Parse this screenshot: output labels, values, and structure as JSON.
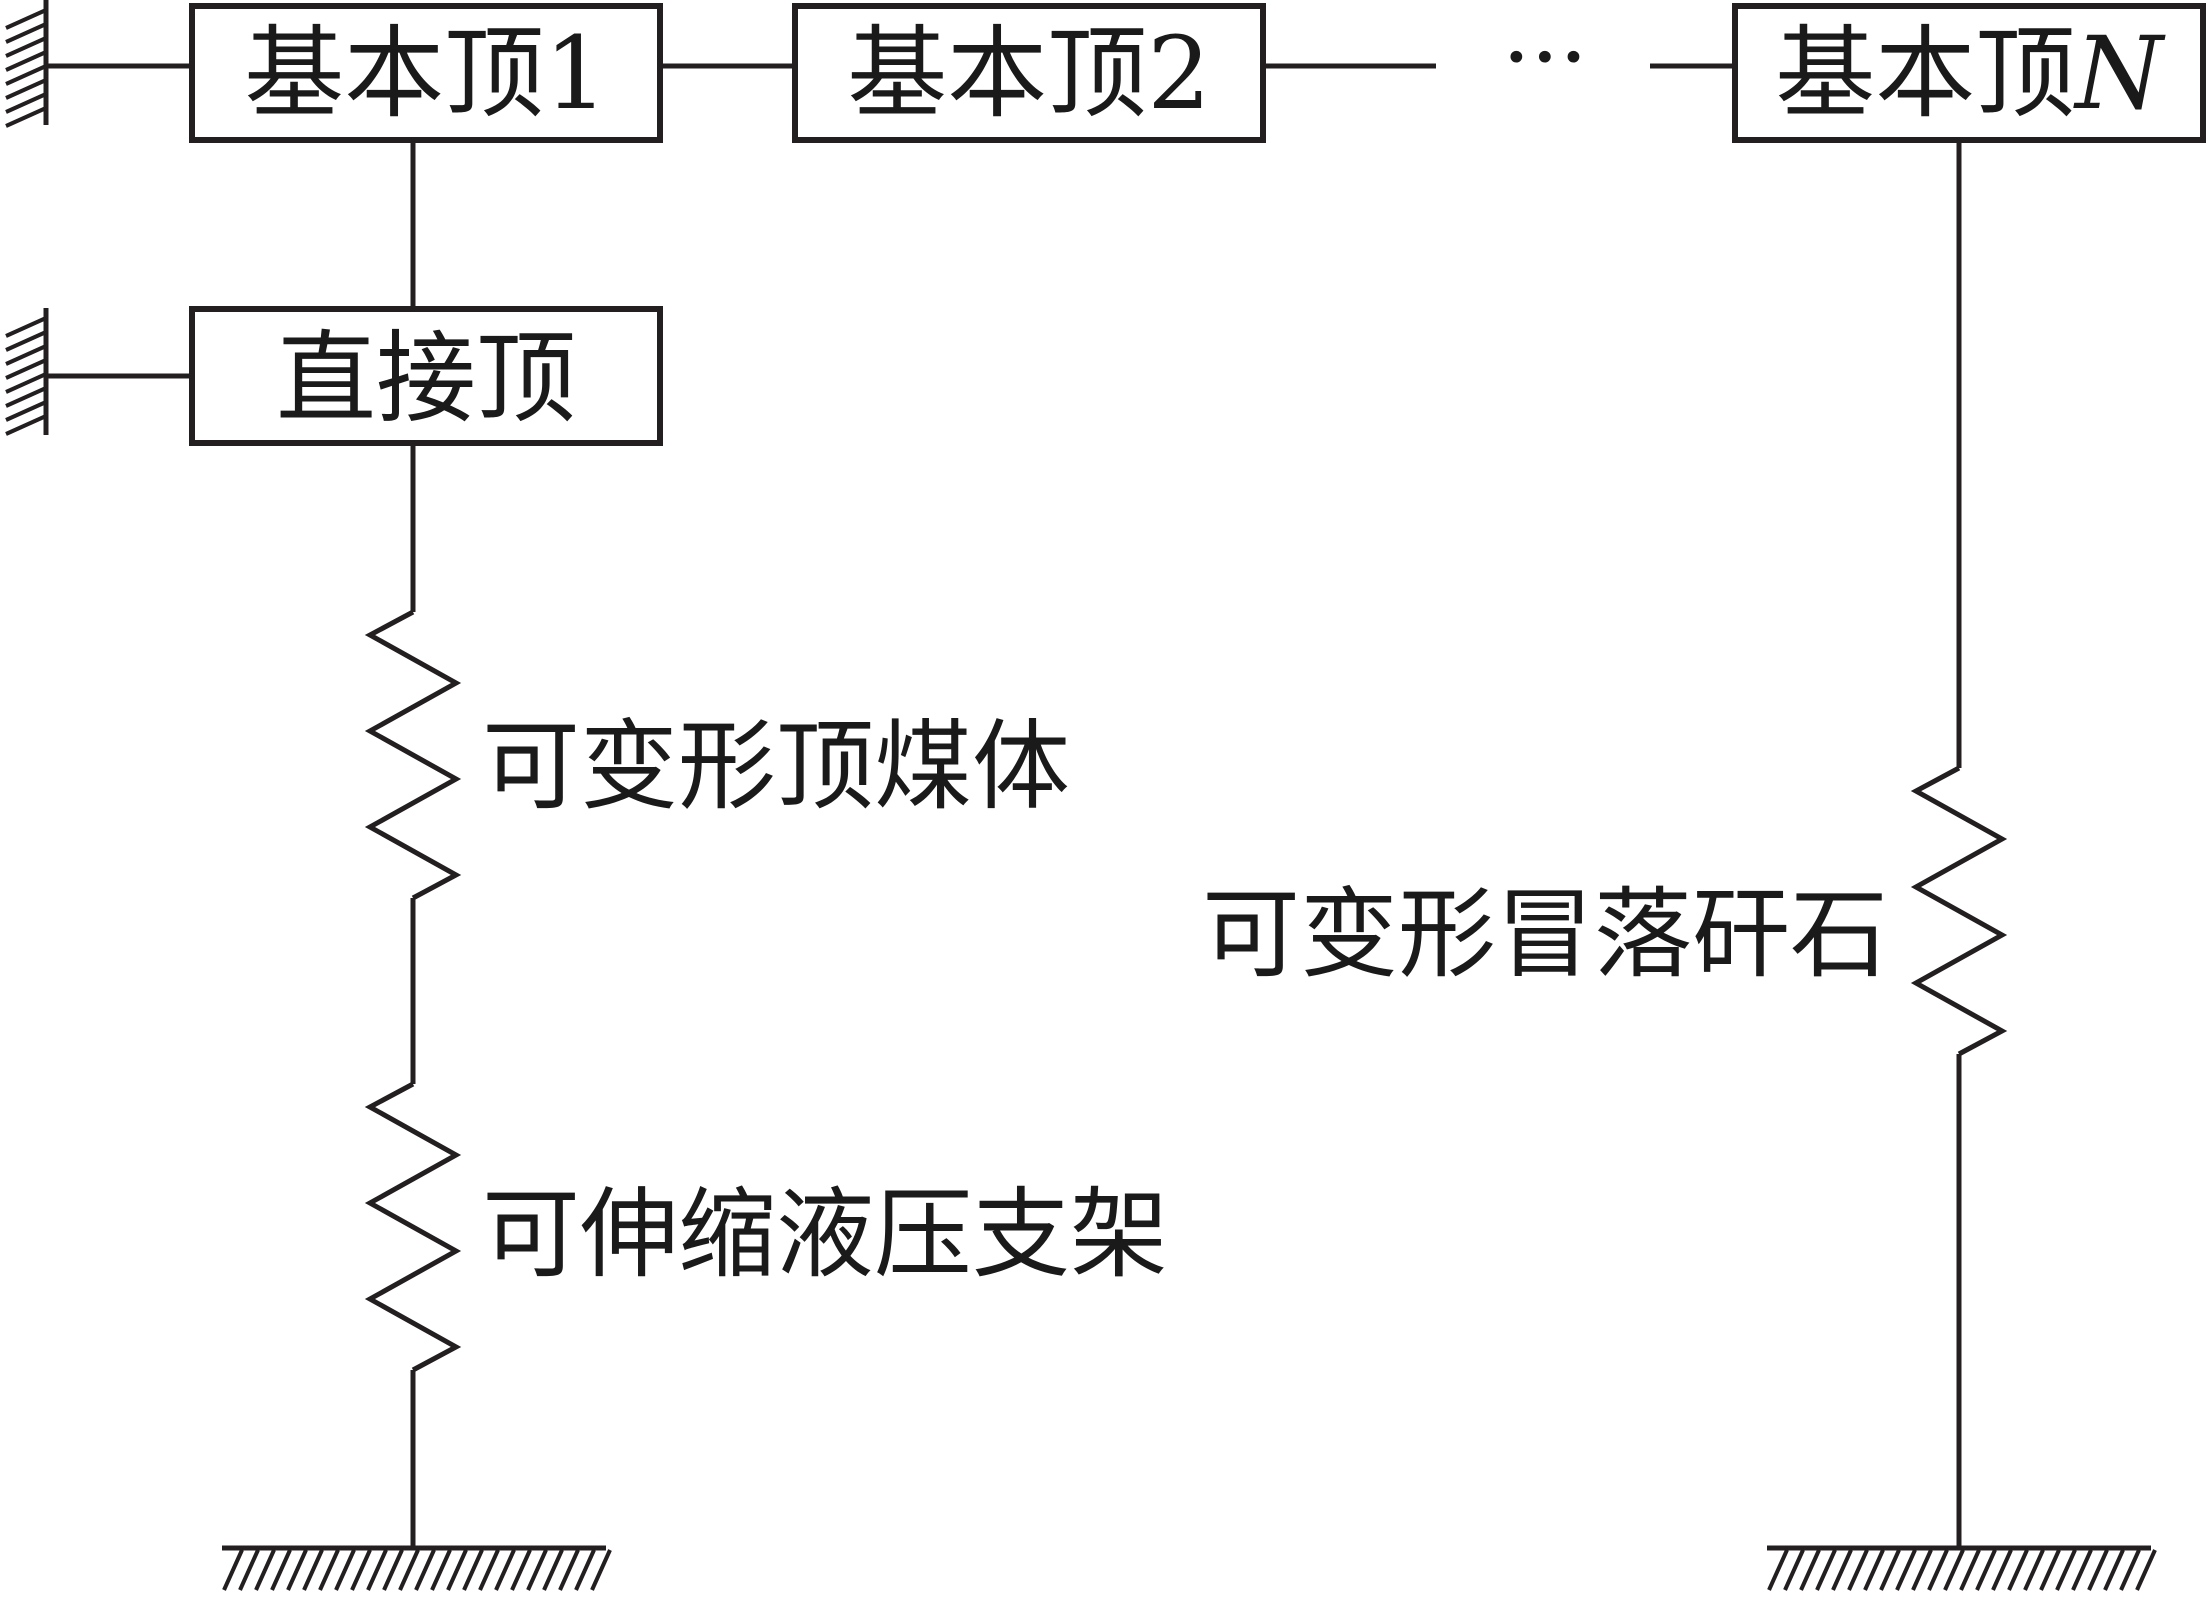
{
  "boxes": {
    "basic_roof_1": {
      "prefix": "基本顶",
      "index": "1"
    },
    "basic_roof_2": {
      "prefix": "基本顶",
      "index": "2"
    },
    "basic_roof_n": {
      "prefix": "基本顶",
      "index": "N"
    },
    "immediate_roof": "直接顶"
  },
  "ellipsis": "···",
  "labels": {
    "deformable_top_coal": "可变形顶煤体",
    "deformable_caved_gangue": "可变形冒落矸石",
    "hydraulic_support": "可伸缩液压支架"
  }
}
